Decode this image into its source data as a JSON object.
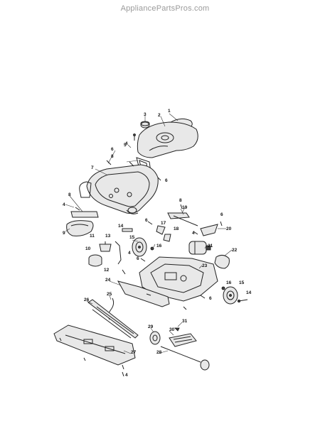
{
  "watermark": "AppliancePartsPros.com",
  "callouts": [
    {
      "id": "c1",
      "text": "1"
    },
    {
      "id": "c2",
      "text": "2"
    },
    {
      "id": "c3",
      "text": "3"
    },
    {
      "id": "c4a",
      "text": "4"
    },
    {
      "id": "c5",
      "text": "5"
    },
    {
      "id": "c6a",
      "text": "6"
    },
    {
      "id": "c7",
      "text": "7"
    },
    {
      "id": "c8a",
      "text": "8"
    },
    {
      "id": "c6b",
      "text": "6"
    },
    {
      "id": "c8b",
      "text": "8"
    },
    {
      "id": "c4b",
      "text": "4"
    },
    {
      "id": "c9",
      "text": "9"
    },
    {
      "id": "c8c",
      "text": "8"
    },
    {
      "id": "c19",
      "text": "19"
    },
    {
      "id": "c6c",
      "text": "6"
    },
    {
      "id": "c4c",
      "text": "4"
    },
    {
      "id": "c20",
      "text": "20"
    },
    {
      "id": "c14a",
      "text": "14"
    },
    {
      "id": "c15a",
      "text": "15"
    },
    {
      "id": "c6d",
      "text": "6"
    },
    {
      "id": "c17",
      "text": "17"
    },
    {
      "id": "c18",
      "text": "18"
    },
    {
      "id": "c11",
      "text": "11"
    },
    {
      "id": "c13",
      "text": "13"
    },
    {
      "id": "c16a",
      "text": "16"
    },
    {
      "id": "c21",
      "text": "21"
    },
    {
      "id": "c22",
      "text": "22"
    },
    {
      "id": "c10",
      "text": "10"
    },
    {
      "id": "c4d",
      "text": "4"
    },
    {
      "id": "c6e",
      "text": "6"
    },
    {
      "id": "c12",
      "text": "12"
    },
    {
      "id": "c23",
      "text": "23"
    },
    {
      "id": "c24",
      "text": "24"
    },
    {
      "id": "c25",
      "text": "25"
    },
    {
      "id": "c16b",
      "text": "16"
    },
    {
      "id": "c15b",
      "text": "15"
    },
    {
      "id": "c14b",
      "text": "14"
    },
    {
      "id": "c6f",
      "text": "6"
    },
    {
      "id": "c26",
      "text": "26"
    },
    {
      "id": "c31",
      "text": "31"
    },
    {
      "id": "c29",
      "text": "29"
    },
    {
      "id": "c30",
      "text": "30"
    },
    {
      "id": "c27",
      "text": "27"
    },
    {
      "id": "c28",
      "text": "28"
    },
    {
      "id": "c4e",
      "text": "4"
    }
  ]
}
